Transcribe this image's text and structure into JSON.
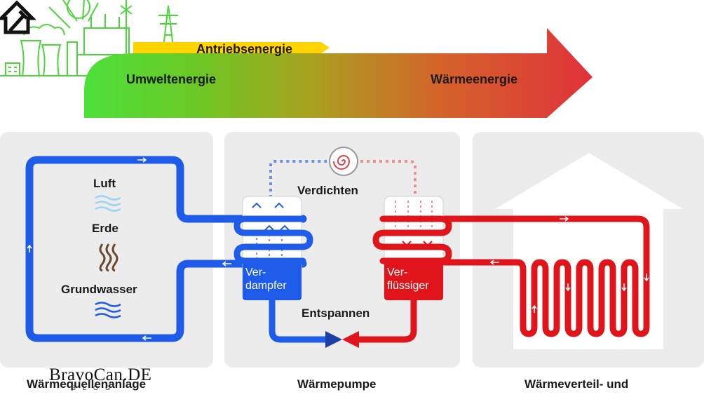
{
  "arrow": {
    "drive_energy": "Antriebsenergie",
    "environmental_energy": "Umweltenergie",
    "heat_energy": "Wärmeenergie"
  },
  "source": {
    "air": "Luft",
    "earth": "Erde",
    "groundwater": "Grundwasser",
    "caption": "Wärmequellenanlage"
  },
  "pump": {
    "compress": "Verdichten",
    "expand": "Entspannen",
    "evaporator_line1": "Ver-",
    "evaporator_line2": "dampfer",
    "condenser_line1": "Ver-",
    "condenser_line2": "flüssiger",
    "caption": "Wärmepumpe"
  },
  "distribution": {
    "caption": "Wärmeverteil- und"
  },
  "watermark": {
    "brand": "BravoCan.DE",
    "sub": "BLOG"
  },
  "colors": {
    "blue": "#1d5be8",
    "red": "#e0141b",
    "green": "#4cd63c",
    "yellow": "#ffd400",
    "panel": "#ececec"
  }
}
